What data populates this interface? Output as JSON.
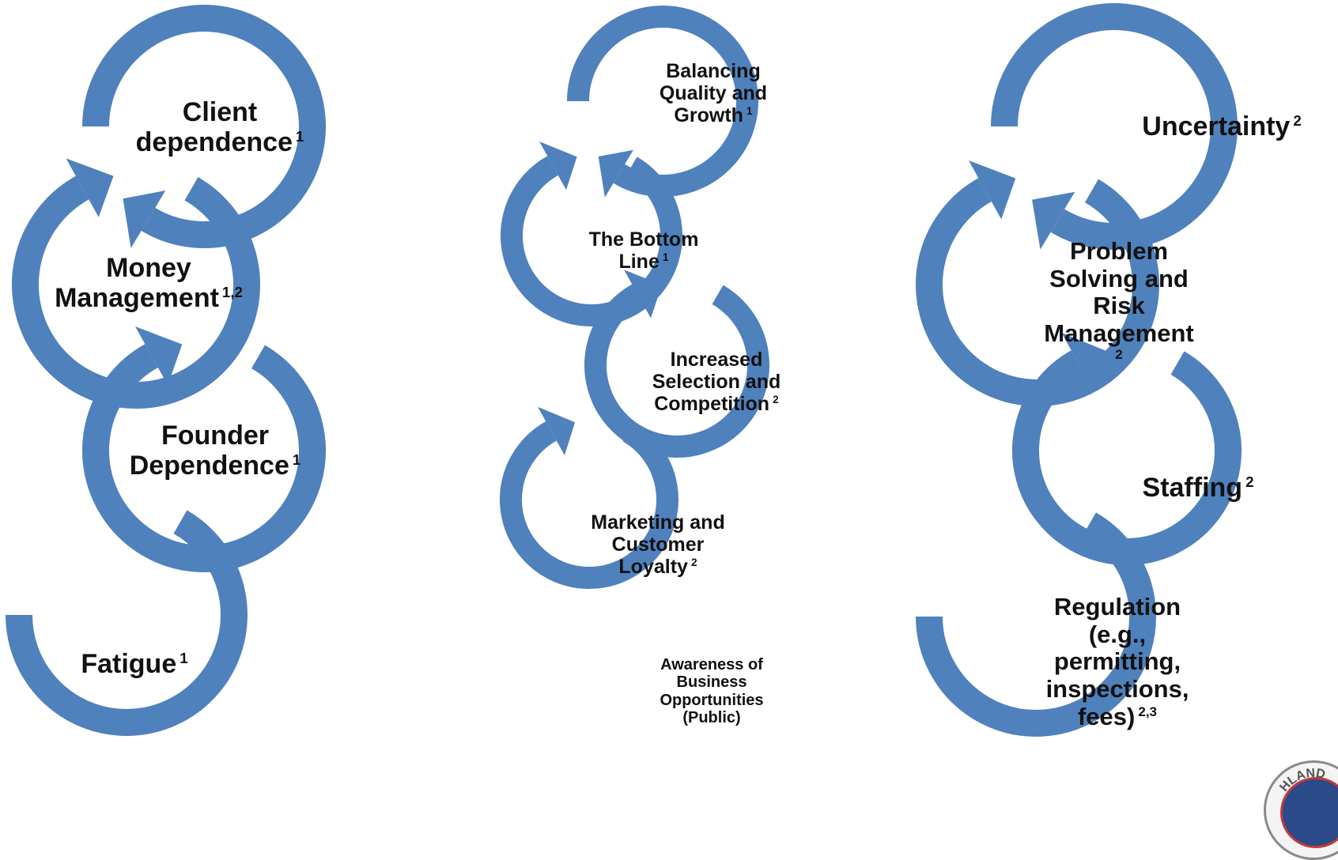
{
  "diagram": {
    "arc_color": "#4F81BD",
    "text_color": "#111111",
    "columns": [
      {
        "name": "left",
        "nodes": [
          {
            "lines": [
              "Client",
              "dependence"
            ],
            "sup": "1"
          },
          {
            "lines": [
              "Money",
              "Management"
            ],
            "sup": "1,2"
          },
          {
            "lines": [
              "Founder",
              "Dependence"
            ],
            "sup": "1"
          },
          {
            "lines": [
              "Fatigue"
            ],
            "sup": "1"
          }
        ]
      },
      {
        "name": "middle",
        "nodes": [
          {
            "lines": [
              "Balancing",
              "Quality and",
              "Growth"
            ],
            "sup": "1"
          },
          {
            "lines": [
              "The Bottom",
              "Line"
            ],
            "sup": "1"
          },
          {
            "lines": [
              "Increased",
              "Selection and",
              "Competition"
            ],
            "sup": "2"
          },
          {
            "lines": [
              "Marketing and",
              "Customer",
              "Loyalty"
            ],
            "sup": "2"
          },
          {
            "lines": [
              "Awareness of",
              "Business",
              "Opportunities",
              "(Public)"
            ],
            "sup": ""
          }
        ]
      },
      {
        "name": "right",
        "nodes": [
          {
            "lines": [
              "Uncertainty"
            ],
            "sup": "2"
          },
          {
            "lines": [
              "Problem",
              "Solving and",
              "Risk",
              "Management"
            ],
            "sup": "2"
          },
          {
            "lines": [
              "Staffing"
            ],
            "sup": "2"
          },
          {
            "lines": [
              "Regulation",
              "(e.g.,",
              "permitting,",
              "inspections,",
              "fees)"
            ],
            "sup": "2,3"
          }
        ]
      }
    ]
  },
  "seal": {
    "text": "HLAND"
  }
}
